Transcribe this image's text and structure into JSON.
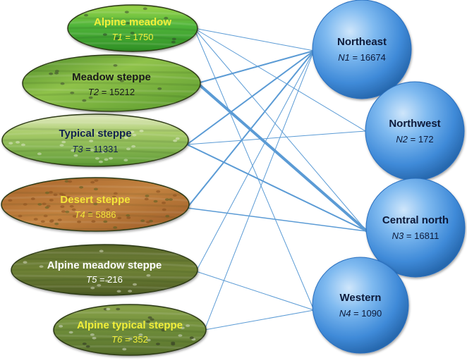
{
  "grassland_types": [
    {
      "id": "alpine-meadow",
      "name": "Alpine meadow",
      "var": "T1",
      "value": "1750",
      "text_color": "#f2ef3a",
      "texture": "bright-grass"
    },
    {
      "id": "meadow-steppe",
      "name": "Meadow steppe",
      "var": "T2",
      "value": "15212",
      "text_color": "#1a1a1a",
      "texture": "green-grass"
    },
    {
      "id": "typical-steppe",
      "name": "Typical steppe",
      "var": "T3",
      "value": "11331",
      "text_color": "#13224f",
      "texture": "green-grass-with-sheep"
    },
    {
      "id": "desert-steppe",
      "name": "Desert steppe",
      "var": "T4",
      "value": "5886",
      "text_color": "#f4e63a",
      "texture": "brown-desert"
    },
    {
      "id": "alpine-meadow-steppe",
      "name": "Alpine meadow steppe",
      "var": "T5",
      "value": "216",
      "text_color": "#ffffff",
      "texture": "dark-olive-grass"
    },
    {
      "id": "alpine-typical-steppe",
      "name": "Alpine typical steppe",
      "var": "T6",
      "value": "352",
      "text_color": "#f2ef3a",
      "texture": "olive-grass-with-herd"
    }
  ],
  "regions": [
    {
      "id": "northeast",
      "name": "Northeast",
      "var": "N1",
      "value": "16674"
    },
    {
      "id": "northwest",
      "name": "Northwest",
      "var": "N2",
      "value": "172"
    },
    {
      "id": "central-north",
      "name": "Central north",
      "var": "N3",
      "value": "16811"
    },
    {
      "id": "western",
      "name": "Western",
      "var": "N4",
      "value": "1090"
    }
  ],
  "links": [
    {
      "from": "T1",
      "to": "N1",
      "weight": 1
    },
    {
      "from": "T1",
      "to": "N2",
      "weight": 1
    },
    {
      "from": "T1",
      "to": "N3",
      "weight": 1
    },
    {
      "from": "T1",
      "to": "N4",
      "weight": 1
    },
    {
      "from": "T2",
      "to": "N1",
      "weight": 2
    },
    {
      "from": "T2",
      "to": "N3",
      "weight": 4
    },
    {
      "from": "T3",
      "to": "N1",
      "weight": 2
    },
    {
      "from": "T3",
      "to": "N2",
      "weight": 1
    },
    {
      "from": "T3",
      "to": "N3",
      "weight": 2
    },
    {
      "from": "T4",
      "to": "N1",
      "weight": 2
    },
    {
      "from": "T4",
      "to": "N3",
      "weight": 1.5
    },
    {
      "from": "T5",
      "to": "N1",
      "weight": 1
    },
    {
      "from": "T5",
      "to": "N4",
      "weight": 1
    },
    {
      "from": "T6",
      "to": "N1",
      "weight": 1
    },
    {
      "from": "T6",
      "to": "N4",
      "weight": 1
    }
  ],
  "colors": {
    "link": "#5b9bd5",
    "region_light": "#b4d6f6",
    "region_mid": "#4f9be4",
    "region_dark": "#1e5fa3",
    "region_text": "#0d1a3a"
  }
}
